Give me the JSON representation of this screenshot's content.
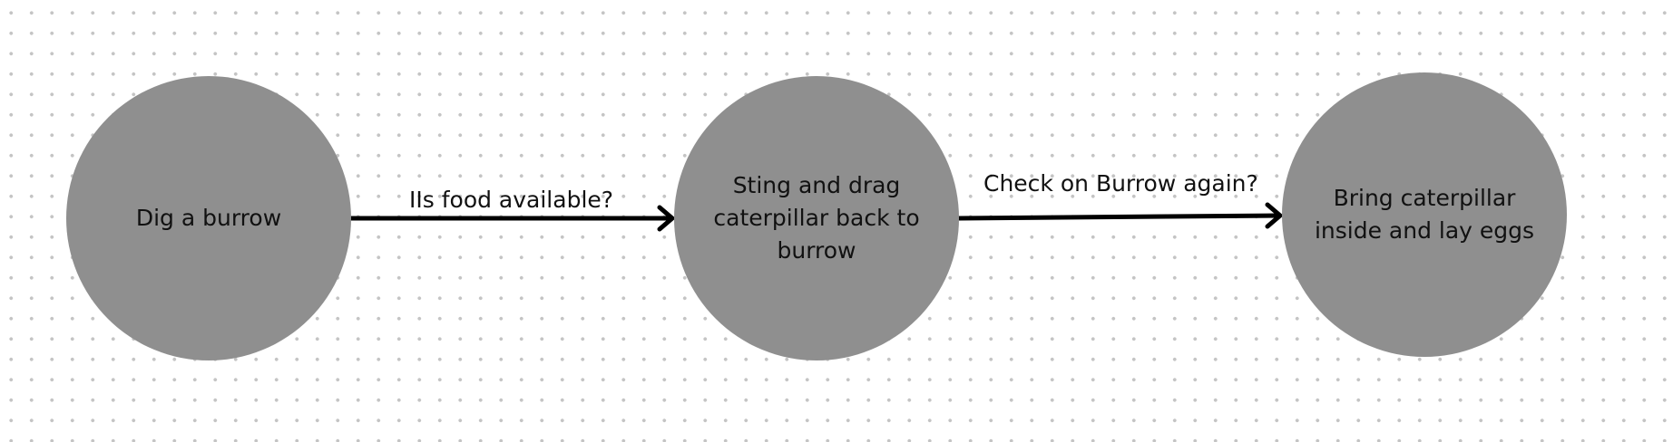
{
  "diagram": {
    "nodes": [
      {
        "id": "dig-burrow",
        "label": "Dig a burrow"
      },
      {
        "id": "sting-drag",
        "label": "Sting and drag caterpillar back to burrow"
      },
      {
        "id": "bring-inside",
        "label": "Bring caterpillar inside and lay eggs"
      }
    ],
    "edges": [
      {
        "from": "dig-burrow",
        "to": "sting-drag",
        "label": "IIs food available?"
      },
      {
        "from": "sting-drag",
        "to": "bring-inside",
        "label": "Check on Burrow again?"
      }
    ],
    "colors": {
      "node_fill": "#8f8f8f",
      "arrow": "#000000",
      "text": "#111111",
      "background": "#ffffff",
      "grid_dots": "#c4c4c4"
    }
  }
}
